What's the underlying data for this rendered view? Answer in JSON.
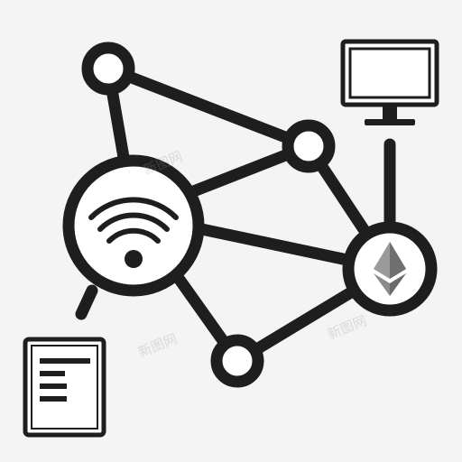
{
  "colors": {
    "background": "#f4f4f4",
    "ink": "#1e1e1e",
    "fill": "#ffffff",
    "ethereum": "#8a8a8a",
    "watermark": "#969696"
  },
  "icon": {
    "name": "blockchain-network-icon",
    "nodes": [
      "small-node",
      "small-node",
      "small-node",
      "wifi-hub",
      "ethereum-hub"
    ],
    "attachments": [
      "monitor-icon",
      "document-icon"
    ]
  },
  "watermarks": [
    "新图网",
    "新图网",
    "新图网"
  ]
}
